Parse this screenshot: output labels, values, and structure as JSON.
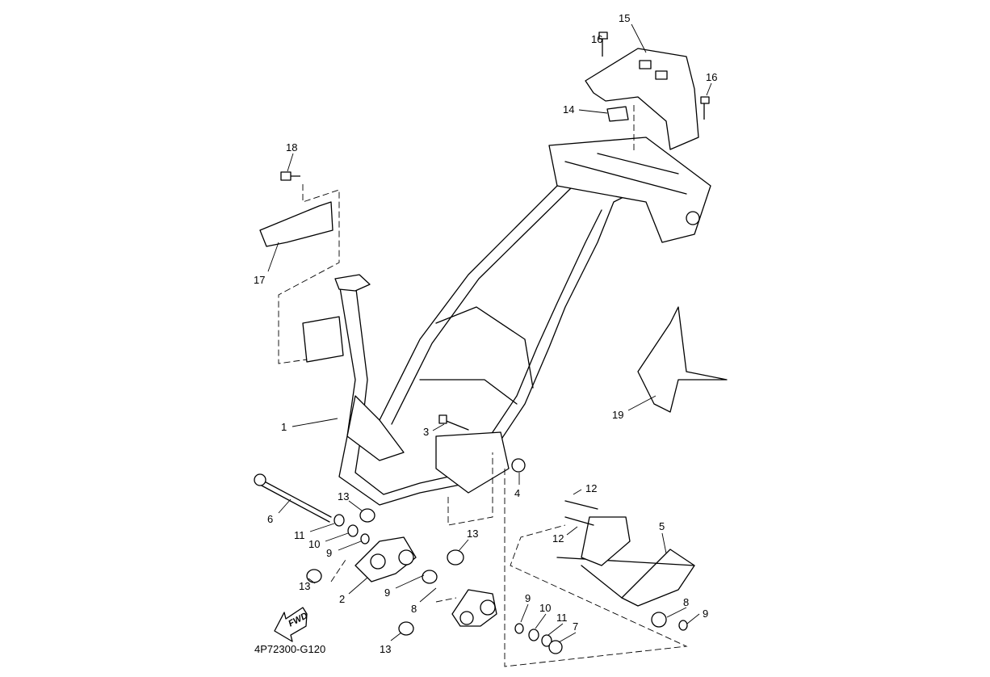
{
  "diagram": {
    "drawing_code": "4P72300-G120",
    "fwd_label": "FWD",
    "callouts": {
      "c1": "1",
      "c2": "2",
      "c3": "3",
      "c4": "4",
      "c5": "5",
      "c6": "6",
      "c7": "7",
      "c8a": "8",
      "c8b": "8",
      "c9a": "9",
      "c9b": "9",
      "c9c": "9",
      "c9d": "9",
      "c10a": "10",
      "c10b": "10",
      "c11a": "11",
      "c11b": "11",
      "c12a": "12",
      "c12b": "12",
      "c13a": "13",
      "c13b": "13",
      "c13c": "13",
      "c13d": "13",
      "c14": "14",
      "c15": "15",
      "c16a": "16",
      "c16b": "16",
      "c17": "17",
      "c18": "18",
      "c19": "19"
    }
  }
}
